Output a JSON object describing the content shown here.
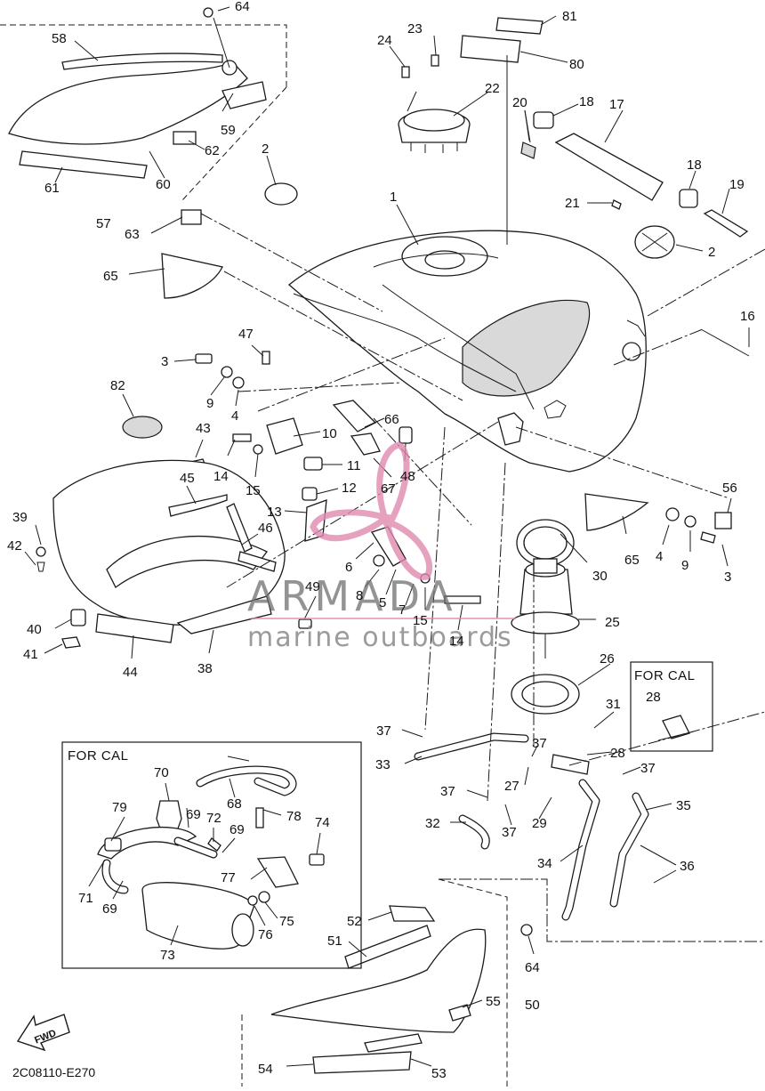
{
  "diagram": {
    "code": "2C08110-E270",
    "fwd_label": "FWD",
    "box_labels": [
      "FOR CAL",
      "FOR CAL"
    ],
    "watermark": {
      "brand": "ARMADA",
      "tagline": "marine outboards"
    },
    "callouts": [
      "1",
      "2",
      "2",
      "3",
      "3",
      "4",
      "4",
      "5",
      "6",
      "7",
      "8",
      "9",
      "9",
      "10",
      "11",
      "12",
      "13",
      "14",
      "14",
      "15",
      "15",
      "16",
      "17",
      "18",
      "18",
      "19",
      "20",
      "21",
      "22",
      "23",
      "24",
      "25",
      "26",
      "27",
      "28",
      "28",
      "29",
      "30",
      "31",
      "32",
      "33",
      "34",
      "35",
      "36",
      "37",
      "37",
      "37",
      "37",
      "37",
      "38",
      "39",
      "40",
      "41",
      "42",
      "43",
      "44",
      "45",
      "46",
      "47",
      "48",
      "49",
      "50",
      "51",
      "52",
      "53",
      "54",
      "55",
      "56",
      "57",
      "58",
      "59",
      "60",
      "61",
      "62",
      "63",
      "64",
      "64",
      "65",
      "65",
      "66",
      "67",
      "68",
      "69",
      "69",
      "69",
      "70",
      "71",
      "72",
      "73",
      "74",
      "75",
      "76",
      "77",
      "78",
      "79",
      "80",
      "81",
      "82"
    ]
  }
}
